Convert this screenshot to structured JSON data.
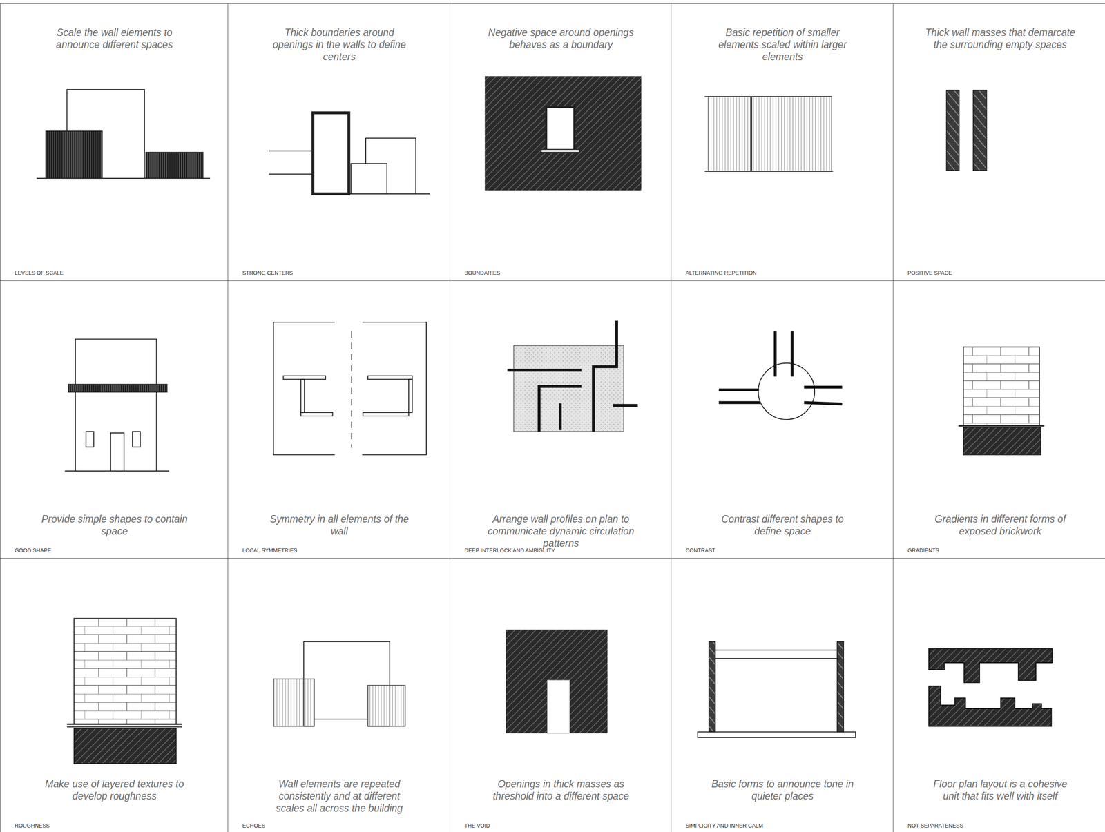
{
  "diagram": {
    "nodes": [
      {
        "text": [
          "Scale the wall elements to announce different spaces",
          "LEVELS OF SCALE"
        ]
      },
      {
        "text": [
          "Thick boundaries around openings in the walls to define centers",
          "STRONG CENTERS"
        ]
      },
      {
        "text": [
          "Negative space around openings behaves as a boundary",
          "BOUNDARIES"
        ]
      },
      {
        "text": [
          "Basic repetition of smaller elements scaled within larger elements",
          "ALTERNATING REPETITION"
        ]
      },
      {
        "text": [
          "Thick wall masses that demarcate the surrounding empty spaces",
          "POSITIVE SPACE"
        ]
      },
      {
        "text": [
          "Provide simple shapes to contain space",
          "GOOD SHAPE"
        ]
      },
      {
        "text": [
          "Symmetry in all elements of the wall",
          "LOCAL SYMMETRIES"
        ]
      },
      {
        "text": [
          "Arrange wall profiles on plan to communicate dynamic circulation patterns",
          "DEEP INTERLOCK AND AMBIGUITY"
        ]
      },
      {
        "text": [
          "Contrast different shapes to define space",
          "CONTRAST"
        ]
      },
      {
        "text": [
          "Gradients in different forms of exposed brickwork",
          "GRADIENTS"
        ]
      },
      {
        "text": [
          "Make use of layered textures to develop roughness",
          "ROUGHNESS"
        ]
      },
      {
        "text": [
          "Wall elements are repeated consistently and at different scales all across the building",
          "ECHOES"
        ]
      },
      {
        "text": [
          "Openings in thick masses as threshold into a different space",
          "THE VOID"
        ]
      },
      {
        "text": [
          "Basic forms to announce tone in quieter places",
          "SIMPLICITY AND INNER CALM"
        ]
      },
      {
        "text": [
          "Floor plan layout is a cohesive unit that fits well with itself",
          "NOT SEPARATENESS"
        ]
      }
    ]
  }
}
